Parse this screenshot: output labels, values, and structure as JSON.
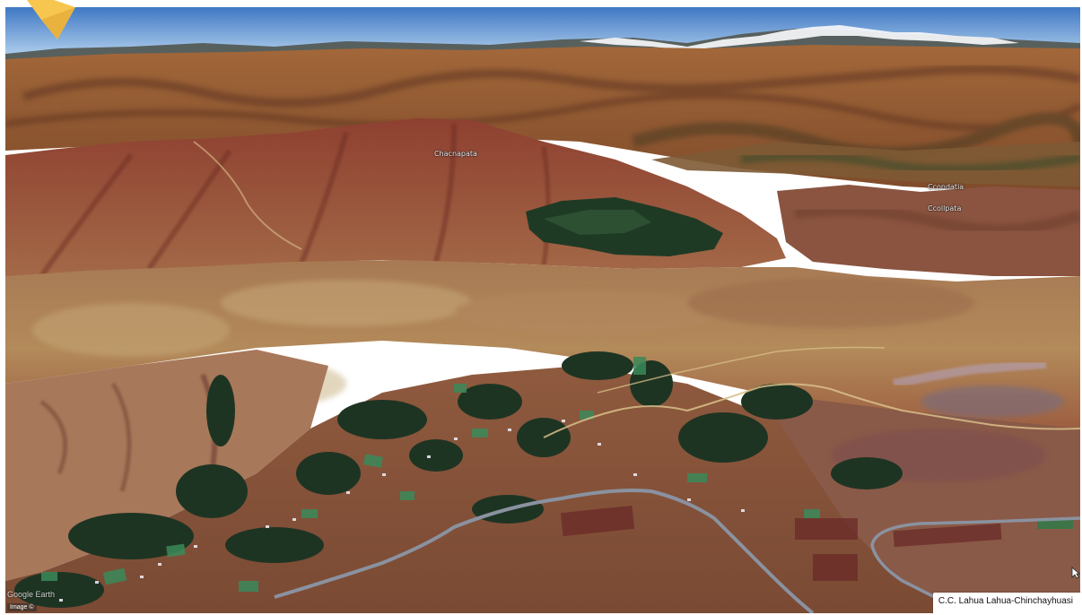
{
  "map": {
    "place_labels": [
      {
        "id": "ridge-label",
        "text": "Chacnapata"
      },
      {
        "id": "valley-label-1",
        "text": "Ccondatia"
      },
      {
        "id": "valley-label-2",
        "text": "Ccollpata"
      }
    ],
    "watermark": "Google Earth",
    "attribution": "Image ©",
    "caption": "C.C. Lahua Lahua-Chinchayhuasi"
  },
  "colors": {
    "sky_top": "#3f78c4",
    "sky_bottom": "#bcd8f0",
    "snow": "#ffffff",
    "ridge_far": "#9c5a2c",
    "hillside": "#8e3f30",
    "slope": "#b08052",
    "forest": "#233a25",
    "field_green": "#3a8a5a",
    "road": "#8a92a0",
    "arrow": "#f7c64f"
  },
  "icons": {
    "compass": "yellow-arrow-icon",
    "cursor": "cursor-pointer-icon"
  }
}
